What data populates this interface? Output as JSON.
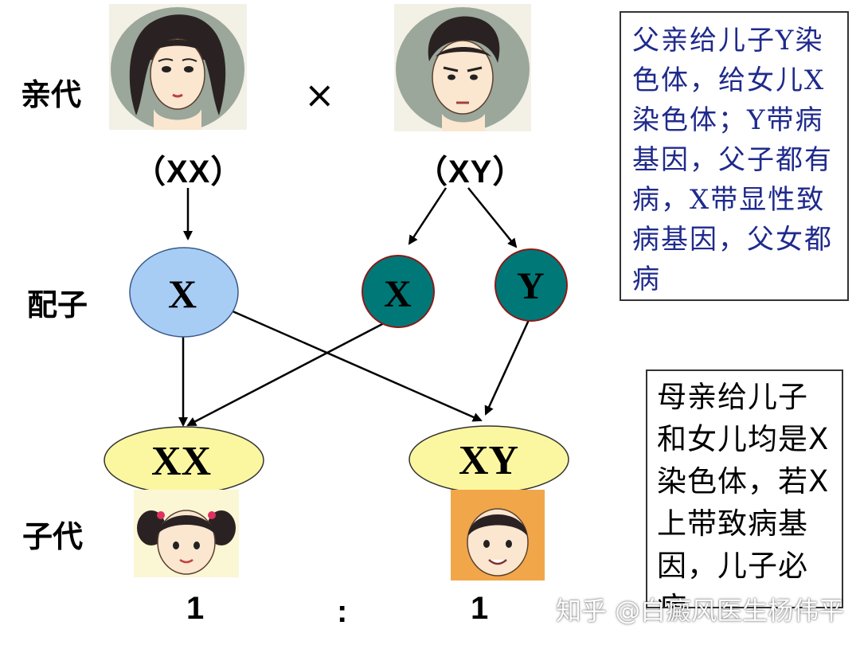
{
  "labels": {
    "parents": "亲代",
    "gametes": "配子",
    "offspring": "子代"
  },
  "cross_symbol": "×",
  "parents": {
    "mother": {
      "genotype": "（XX）"
    },
    "father": {
      "genotype": "（XY）"
    }
  },
  "gametes": {
    "mother_x": "X",
    "father_x": "X",
    "father_y": "Y"
  },
  "offspring": {
    "daughter": {
      "genotype": "XX"
    },
    "son": {
      "genotype": "XY"
    }
  },
  "ratio": {
    "left": "1",
    "sep": ":",
    "right": "1"
  },
  "notes": {
    "y_linkage": "父亲给儿子Y染色体，给女儿X染色体；Y带病基因，父子都有病，X带显性致病基因，父女都病",
    "x_linkage": "母亲给儿子和女儿均是X染色体，若X上带致病基因，儿子必病"
  },
  "watermark": "知乎 @白癜风医生杨伟平",
  "colors": {
    "mother_gamete": "#a8cdf5",
    "father_gamete": "#007878",
    "offspring_oval": "#fbf7a0",
    "note_blue": "#1f2a8c"
  }
}
